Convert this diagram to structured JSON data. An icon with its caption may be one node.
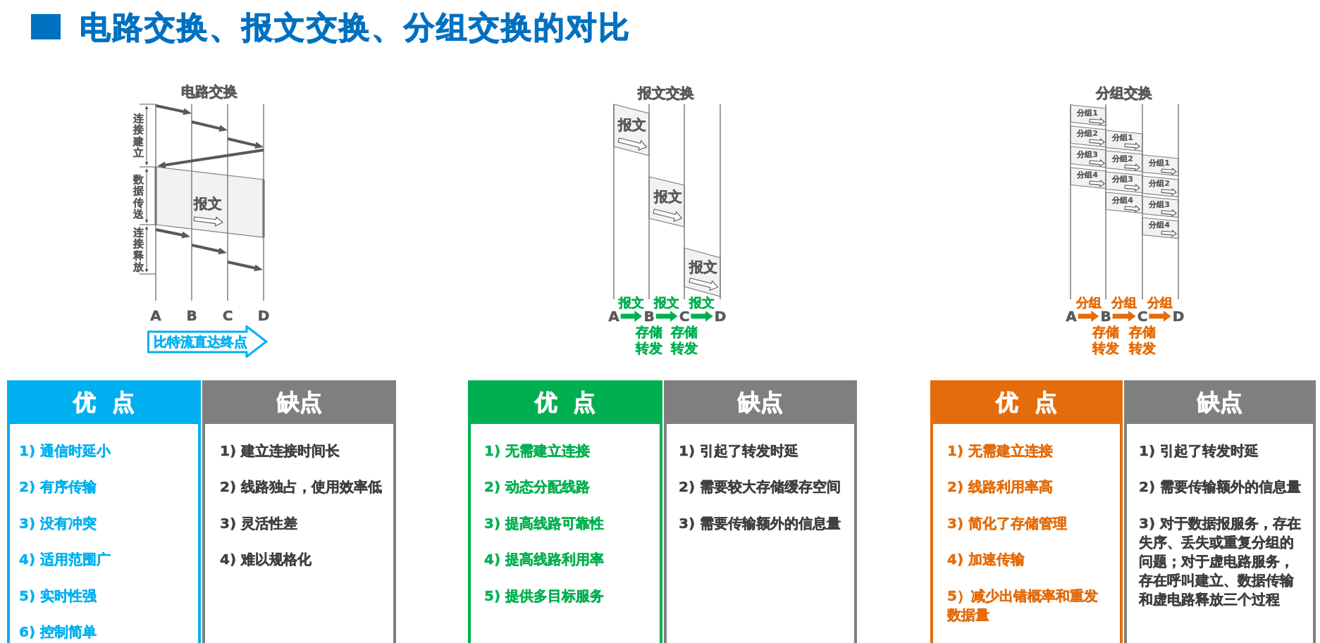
{
  "diagram": {
    "title": "电路交换、报文交换、分组交换的对比",
    "nodes": [
      {
        "text": [
          "报文"
        ]
      },
      {
        "text": [
          "比特流直达终点"
        ]
      },
      {
        "text": [
          "报文"
        ]
      },
      {
        "text": [
          "报文"
        ]
      },
      {
        "text": [
          "报文"
        ]
      },
      {
        "text": [
          "A"
        ]
      },
      {
        "text": [
          "B"
        ],
        "beside": [
          "存储转发"
        ]
      },
      {
        "text": [
          "C"
        ],
        "beside": [
          "存储转发"
        ]
      },
      {
        "text": [
          "D"
        ]
      },
      {
        "text": [
          "分组1"
        ]
      },
      {
        "text": [
          "分组2"
        ]
      },
      {
        "text": [
          "分组3"
        ]
      },
      {
        "text": [
          "分组4"
        ]
      },
      {
        "text": [
          "分组1"
        ]
      },
      {
        "text": [
          "分组2"
        ]
      },
      {
        "text": [
          "分组3"
        ]
      },
      {
        "text": [
          "分组4"
        ]
      },
      {
        "text": [
          "分组1"
        ]
      },
      {
        "text": [
          "分组2"
        ]
      },
      {
        "text": [
          "分组3"
        ]
      },
      {
        "text": [
          "分组4"
        ]
      },
      {
        "text": [
          "A"
        ]
      },
      {
        "text": [
          "B"
        ],
        "beside": [
          "存储转发"
        ]
      },
      {
        "text": [
          "C"
        ],
        "beside": [
          "存储转发"
        ]
      },
      {
        "text": [
          "D"
        ]
      },
      {
        "text": [
          "优 点",
          "1) 通信时延小",
          "2) 有序传输",
          "3) 没有冲突",
          "4) 适用范围广",
          "5) 实时性强",
          "6) 控制简单"
        ]
      },
      {
        "text": [
          "缺点",
          "1) 建立连接时间长",
          "2) 线路独占，使用效率低",
          "3) 灵活性差",
          "4) 难以规格化"
        ]
      },
      {
        "text": [
          "优 点",
          "1) 无需建立连接",
          "2) 动态分配线路",
          "3) 提高线路可靠性",
          "4) 提高线路利用率",
          "5) 提供多目标服务"
        ]
      },
      {
        "text": [
          "缺点",
          "1) 引起了转发时延",
          "2) 需要较大存储缓存空间",
          "3) 需要传输额外的信息量"
        ]
      },
      {
        "text": [
          "优 点",
          "1) 无需建立连接",
          "2) 线路利用率高",
          "3) 简化了存储管理",
          "4) 加速传输",
          "5）减少出错概率和重发数据量"
        ]
      },
      {
        "text": [
          "缺点",
          "1) 引起了转发时延",
          "2) 需要传输额外的信息量",
          "3) 对于数据报服务，存在失序、丢失或重复分组的问题；对于虚电路服务，存在呼叫建立、数据传输和虚电路释放三个过程"
        ]
      }
    ],
    "edges": [
      {
        "from": 5,
        "to": 6,
        "arrow": "to",
        "label": "报文",
        "color": "#00b050"
      },
      {
        "from": 6,
        "to": 7,
        "arrow": "to",
        "label": "报文",
        "color": "#00b050"
      },
      {
        "from": 7,
        "to": 8,
        "arrow": "to",
        "label": "报文",
        "color": "#00b050"
      },
      {
        "from": 21,
        "to": 22,
        "arrow": "to",
        "label": "分组",
        "color": "#e46c0a"
      },
      {
        "from": 22,
        "to": 23,
        "arrow": "to",
        "label": "分组",
        "color": "#e46c0a"
      },
      {
        "from": 23,
        "to": 24,
        "arrow": "to",
        "label": "分组",
        "color": "#e46c0a"
      }
    ],
    "labels": [
      "电路交换",
      "连接建立",
      "数据传送",
      "连接释放",
      "A",
      "B",
      "C",
      "D",
      "报文交换",
      "分组交换"
    ]
  }
}
